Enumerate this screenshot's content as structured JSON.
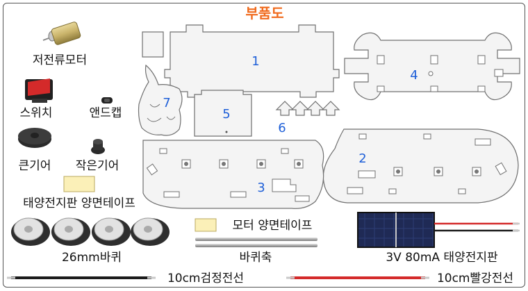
{
  "title": "부품도",
  "colors": {
    "title": "#f06a1c",
    "number": "#1e5fd8",
    "plate": "#f4f4f4",
    "outline": "#6f6f6f",
    "red_wire": "#d42a2a",
    "black_wire": "#1b1b1b"
  },
  "parts": {
    "motor": "저전류모터",
    "switch": "스위치",
    "cap": "앤드캡",
    "big_gear": "큰기어",
    "small_gear": "작은기어",
    "solar_tape": "태양전지판 양면테이프",
    "wheels": "26mm바퀴",
    "motor_tape": "모터 양면테이프",
    "shaft": "바퀴축",
    "solar_panel": "3V 80mA 태양전지판",
    "black_wire": "10cm검정전선",
    "red_wire": "10cm빨강전선"
  },
  "numbers": [
    "1",
    "2",
    "3",
    "4",
    "5",
    "6",
    "7"
  ]
}
